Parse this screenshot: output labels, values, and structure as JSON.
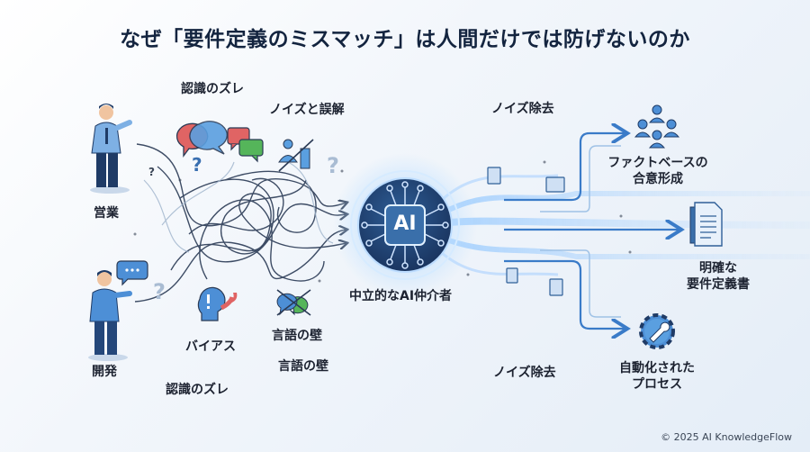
{
  "title": "なぜ「要件定義のミスマッチ」は人間だけでは防げないのか",
  "left": {
    "actors": [
      {
        "name": "sales",
        "label": "営業"
      },
      {
        "name": "dev",
        "label": "開発"
      }
    ],
    "problems": {
      "recognition_gap_top": "認識のズレ",
      "noise_misunderstanding": "ノイズと誤解",
      "bias": "バイアス",
      "language_barrier_1": "言語の壁",
      "language_barrier_2": "言語の壁",
      "recognition_gap_bottom": "認識のズレ"
    }
  },
  "center": {
    "chip_text": "AI",
    "label": "中立的なAI仲介者"
  },
  "right": {
    "noise_removal_top": "ノイズ除去",
    "noise_removal_bottom": "ノイズ除去",
    "outcomes": [
      {
        "name": "fact-consensus",
        "line1": "ファクトベースの",
        "line2": "合意形成"
      },
      {
        "name": "clear-spec",
        "line1": "明確な",
        "line2": "要件定義書"
      },
      {
        "name": "automated-process",
        "line1": "自動化された",
        "line2": "プロセス"
      }
    ]
  },
  "colors": {
    "title": "#13243f",
    "accent_blue": "#3a7bc8",
    "dark_navy": "#1f3b66",
    "bubble_red": "#e05a5a",
    "bubble_green": "#4caf50",
    "tangle": "#2a3a55"
  },
  "footer": {
    "copyright": "© 2025 AI KnowledgeFlow"
  }
}
